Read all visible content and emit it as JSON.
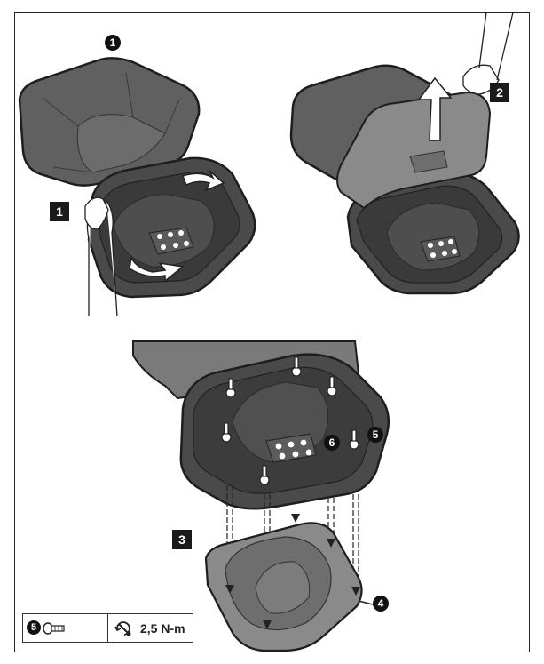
{
  "steps": [
    {
      "label": "1"
    },
    {
      "label": "2"
    },
    {
      "label": "3"
    }
  ],
  "callouts": [
    {
      "label": "1"
    },
    {
      "label": "4"
    },
    {
      "label": "5"
    },
    {
      "label": "6"
    }
  ],
  "legend": {
    "screw_ref": "5",
    "torque": "2,5 N-m"
  },
  "colors": {
    "shell_fill": "#5e5e5e",
    "shell_dark": "#3f3f3f",
    "outline": "#1e1e1e",
    "plate_fill": "#8a8a8a"
  }
}
